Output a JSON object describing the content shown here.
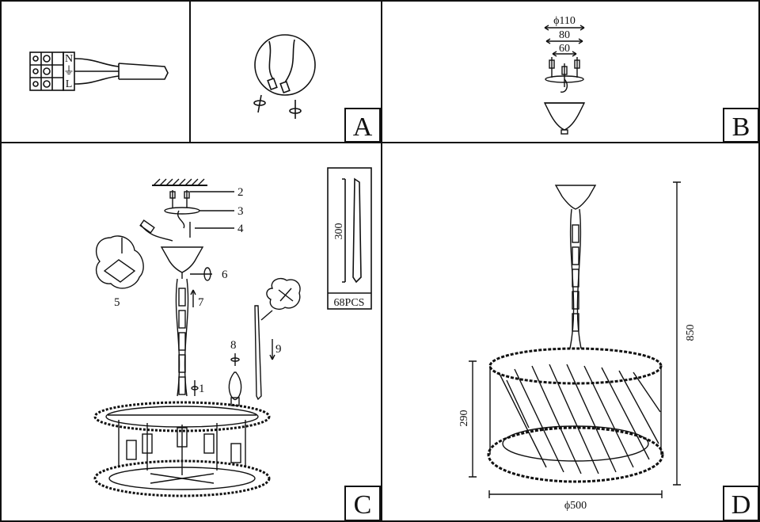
{
  "panels": {
    "a": {
      "label": "A"
    },
    "b": {
      "label": "B",
      "dims": {
        "outer": "ϕ110",
        "mid": "80",
        "inner": "60"
      }
    },
    "c": {
      "label": "C",
      "callouts": {
        "n1": "1",
        "n2": "2",
        "n3": "3",
        "n4": "4",
        "n5": "5",
        "n6": "6",
        "n7": "7",
        "n8": "8",
        "n9": "9"
      },
      "crystal_length": "300",
      "crystal_count": "68PCS"
    },
    "d": {
      "label": "D",
      "height_total": "850",
      "height_body": "290",
      "diameter": "ϕ500"
    }
  },
  "wiring": {
    "terminals": {
      "n": "N",
      "earth": "⏚",
      "l": "L"
    }
  },
  "colors": {
    "line": "#111111",
    "background": "#ffffff",
    "hatch": "#333333"
  }
}
